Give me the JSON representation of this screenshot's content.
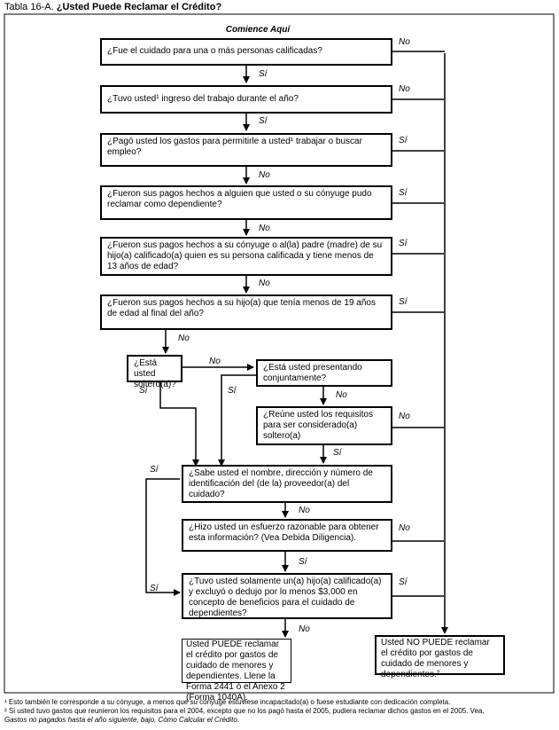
{
  "title": {
    "prefix": "Tabla 16-A.",
    "main": "¿Usted Puede Reclamar el Crédito?"
  },
  "start": "Comience Aquí",
  "questions": [
    {
      "text": "¿Fue el cuidado para una o más personas calificadas?",
      "down": "Sí",
      "right": "No"
    },
    {
      "text": "¿Tuvo usted¹ ingreso del trabajo durante el año?",
      "down": "Sí",
      "right": "No"
    },
    {
      "text": "¿Pagó usted los gastos para permitirle a usted¹ trabajar o buscar empleo?",
      "down": "No",
      "right": "Sí"
    },
    {
      "text": "¿Fueron sus pagos hechos a alguien que usted o su cónyuge pudo reclamar como dependiente?",
      "down": "No",
      "right": "Sí"
    },
    {
      "text": "¿Fueron sus pagos hechos a su cónyuge o al(la) padre (madre) de su hijo(a) calificado(a) quien es su persona calificada y tiene menos de 13 años de edad?",
      "down": "No",
      "right": "Sí"
    },
    {
      "text": "¿Fueron sus pagos hechos a su hijo(a) que tenía menos de 19 años de edad al final del año?",
      "down": "No",
      "right": "Sí"
    },
    {
      "text": "¿Está usted soltero(a)?",
      "down": "Sí",
      "right": "No"
    },
    {
      "text": "¿Está usted presentando conjuntamente?",
      "down": "No",
      "left": "Sí"
    },
    {
      "text": "¿Reúne usted los requisitos para ser considerado(a) soltero(a)",
      "down": "Sí",
      "right": "No"
    },
    {
      "text": "¿Sabe usted el nombre, dirección y número de identificación del (de la) proveedor(a) del cuidado?",
      "down": "No",
      "left": "Sí"
    },
    {
      "text": "¿Hizo usted un esfuerzo razonable para obtener esta información? (Vea Debida Diligencia).",
      "down": "Sí",
      "right": "No"
    },
    {
      "text": "¿Tuvo usted solamente un(a) hijo(a) calificado(a) y excluyó o dedujo por lo menos $3,000 en concepto de beneficios para el cuidado de dependientes?",
      "down": "No",
      "left": "Sí",
      "right": "Sí"
    }
  ],
  "results": {
    "can": "Usted PUEDE reclamar el crédito por gastos de cuidado de menores y dependientes. Llene la Forma 2441 ó el Anexo 2 (Forma 1040A).",
    "cannot": "Usted NO PUEDE reclamar el crédito por gastos de cuidado de menores y dependientes.²"
  },
  "footnotes": [
    "¹ Esto también le corresponde a su cónyuge, a menos que su cónyuge estuviese incapacitado(a) o fuese estudiante con dedicación completa.",
    "² Si usted tuvo gastos que reunieron los requisitos para el 2004, excepto que no los pagó hasta el 2005, pudiera reclamar dichos gastos en el 2005. Vea,",
    "Gastos no pagados hasta el año siguiente, bajo, Cómo Calcular el Crédito."
  ]
}
